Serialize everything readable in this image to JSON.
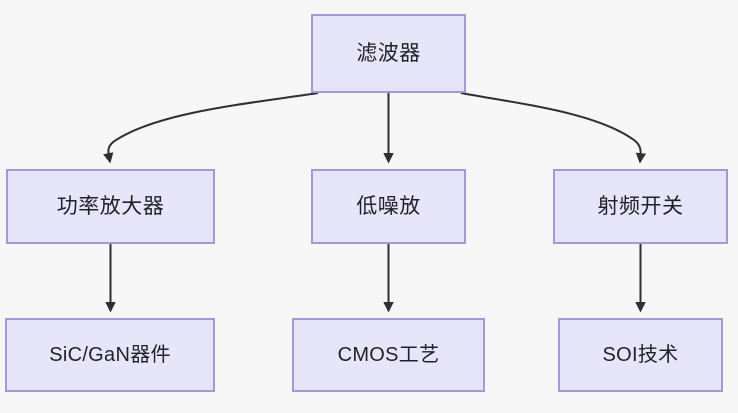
{
  "diagram": {
    "type": "flowchart",
    "orientation": "top-down",
    "background_color": "#f7f7f8",
    "node_fill": "#e7e5fa",
    "node_border": "#a995da",
    "edge_color": "#2f2f33",
    "text_color": "#222226",
    "nodes": [
      {
        "id": "root",
        "label": "滤波器",
        "level": 0,
        "column": 1
      },
      {
        "id": "pa",
        "label": "功率放大器",
        "level": 1,
        "column": 0
      },
      {
        "id": "lna",
        "label": "低噪放",
        "level": 1,
        "column": 1
      },
      {
        "id": "switch",
        "label": "射频开关",
        "level": 1,
        "column": 2
      },
      {
        "id": "sicgan",
        "label": "SiC/GaN器件",
        "level": 2,
        "column": 0
      },
      {
        "id": "cmos",
        "label": "CMOS工艺",
        "level": 2,
        "column": 1
      },
      {
        "id": "soi",
        "label": "SOI技术",
        "level": 2,
        "column": 2
      }
    ],
    "edges": [
      {
        "from": "root",
        "to": "pa",
        "style": "curved",
        "arrowhead": "filled-triangle"
      },
      {
        "from": "root",
        "to": "lna",
        "style": "straight",
        "arrowhead": "filled-triangle"
      },
      {
        "from": "root",
        "to": "switch",
        "style": "curved",
        "arrowhead": "filled-triangle"
      },
      {
        "from": "pa",
        "to": "sicgan",
        "style": "straight",
        "arrowhead": "filled-triangle"
      },
      {
        "from": "lna",
        "to": "cmos",
        "style": "straight",
        "arrowhead": "filled-triangle"
      },
      {
        "from": "switch",
        "to": "soi",
        "style": "straight",
        "arrowhead": "filled-triangle"
      }
    ]
  }
}
